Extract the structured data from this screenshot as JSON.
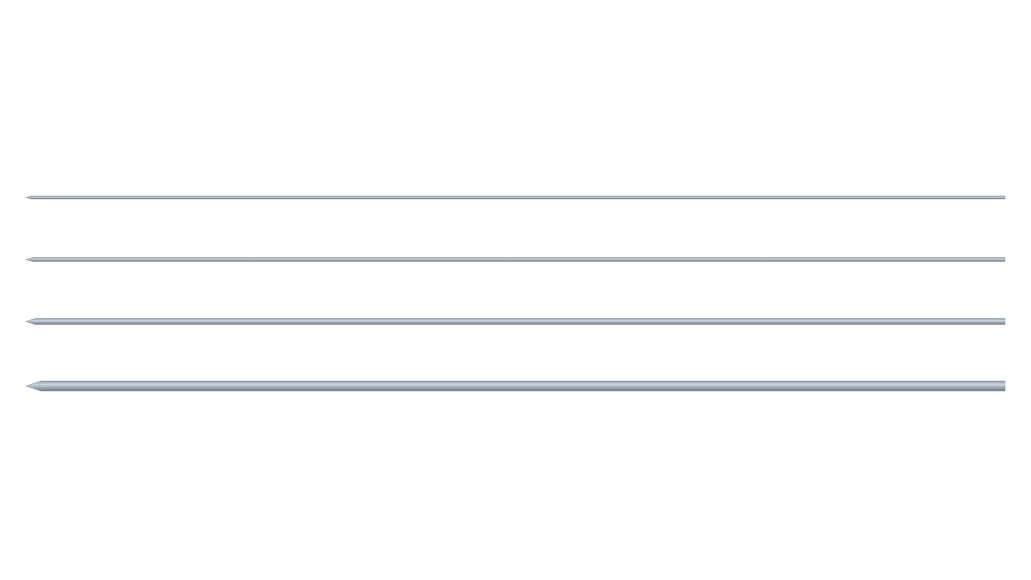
{
  "scene": {
    "background": "#ffffff",
    "rods": [
      {
        "name": "rod-thinnest"
      },
      {
        "name": "rod-thin"
      },
      {
        "name": "rod-medium"
      },
      {
        "name": "rod-thickest"
      }
    ],
    "colors": {
      "metal_light": "#c9d2da",
      "metal_mid": "#9aa7b3",
      "metal_dark": "#6f7c88"
    }
  }
}
